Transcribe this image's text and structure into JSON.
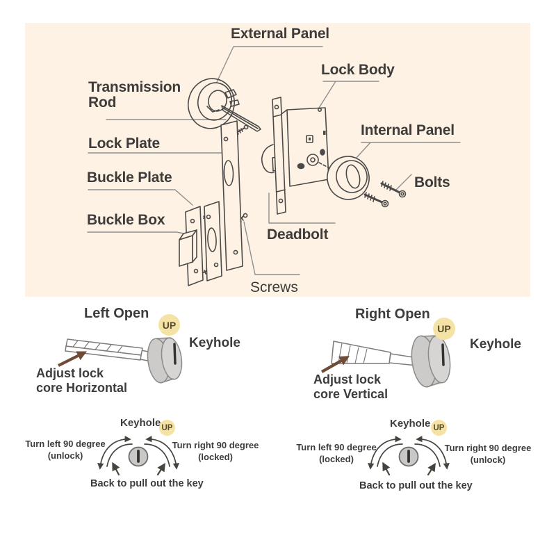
{
  "colors": {
    "panel_bg": "#fdf2e4",
    "text": "#3e3c3b",
    "line_art": "#4b4a48",
    "leader_line": "#8f8f8f",
    "up_badge_bg": "#f5e3a6",
    "up_badge_text": "#564a2c",
    "cylinder_fill": "#cccbca",
    "cylinder_stroke": "#8a8a88",
    "keyhole_slit": "#323230",
    "arrow_brown": "#6e4c38"
  },
  "parts_panel": {
    "labels": {
      "external_panel": "External Panel",
      "transmission_rod": "Transmission Rod",
      "lock_plate": "Lock Plate",
      "buckle_plate": "Buckle Plate",
      "buckle_box": "Buckle Box",
      "lock_body": "Lock Body",
      "internal_panel": "Internal Panel",
      "bolts": "Bolts",
      "deadbolt": "Deadbolt",
      "screws": "Screws"
    }
  },
  "left_open": {
    "title": "Left Open",
    "up": "UP",
    "keyhole": "Keyhole",
    "note1": "Adjust lock",
    "note2": "core Horizontal"
  },
  "right_open": {
    "title": "Right Open",
    "up": "UP",
    "keyhole": "Keyhole",
    "note1": "Adjust lock",
    "note2": "core Vertical"
  },
  "left_rotation": {
    "keyhole": "Keyhole",
    "up": "UP",
    "turn_left": "Turn left 90 degree",
    "turn_left_state": "(unlock)",
    "turn_right": "Turn right 90 degree",
    "turn_right_state": "(locked)",
    "back": "Back to pull out the key"
  },
  "right_rotation": {
    "keyhole": "Keyhole",
    "up": "UP",
    "turn_left": "Turn left 90 degree",
    "turn_left_state": "(locked)",
    "turn_right": "Turn right 90 degree",
    "turn_right_state": "(unlock)",
    "back": "Back to pull out the key"
  }
}
